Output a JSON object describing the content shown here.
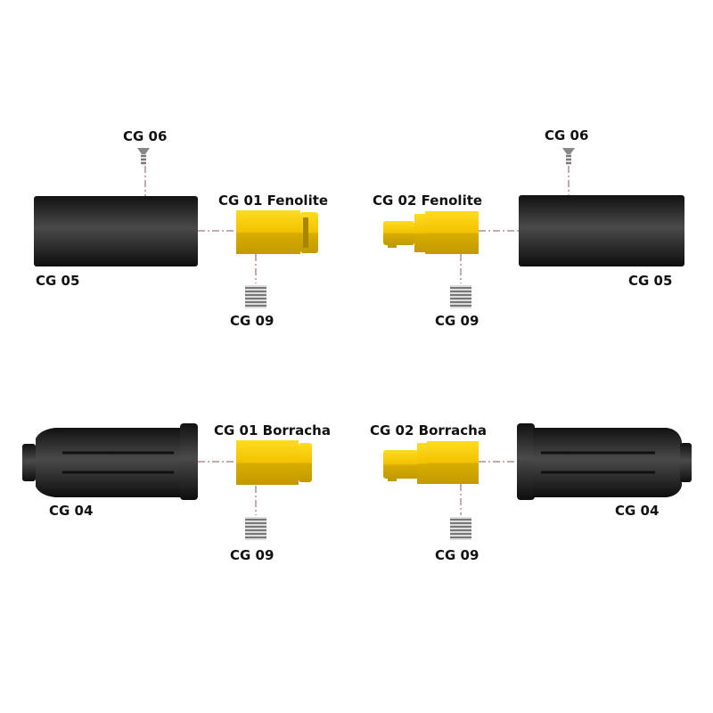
{
  "colors": {
    "brass": "#f2c200",
    "brass_dark": "#b89200",
    "rubber": "#2a2a2a",
    "screw": "#9a9a9a"
  },
  "top_left": {
    "cg06": "CG 06",
    "cg05": "CG 05",
    "connector": "CG 01 Fenolite",
    "cg09": "CG 09"
  },
  "top_right": {
    "cg06": "CG 06",
    "cg05": "CG 05",
    "connector": "CG 02 Fenolite",
    "cg09": "CG 09"
  },
  "bottom_left": {
    "cg04": "CG 04",
    "connector": "CG 01 Borracha",
    "cg09": "CG 09"
  },
  "bottom_right": {
    "cg04": "CG 04",
    "connector": "CG 02 Borracha",
    "cg09": "CG 09"
  }
}
